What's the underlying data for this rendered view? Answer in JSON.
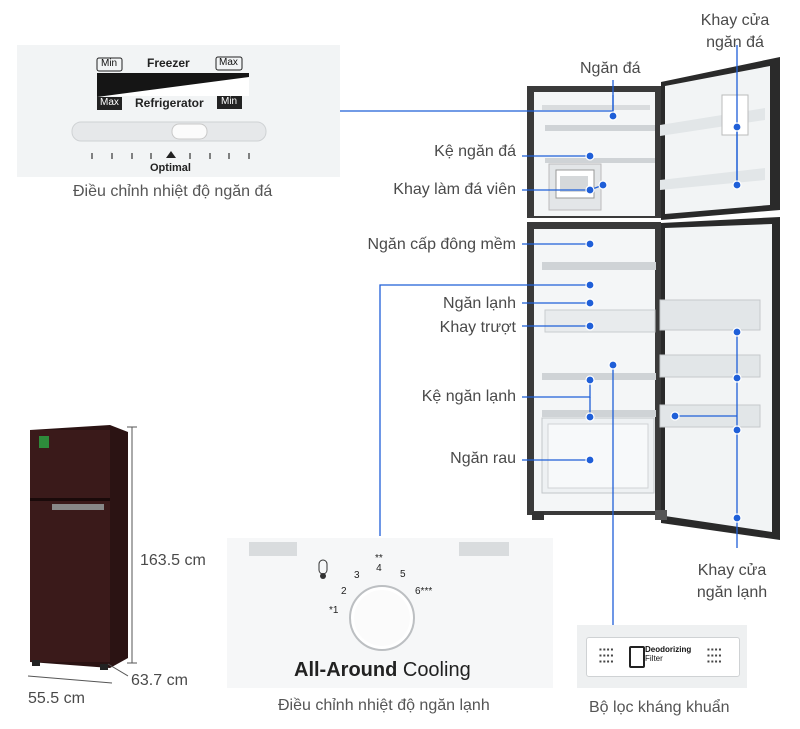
{
  "freezer_dial": {
    "min_top": "Min",
    "freezer": "Freezer",
    "max_top": "Max",
    "max_bottom": "Max",
    "refrigerator": "Refrigerator",
    "min_bottom": "Min",
    "optimal": "Optimal",
    "caption": "Điều chỉnh nhiệt độ ngăn đá"
  },
  "labels": {
    "door_freezer_tray": "Khay cửa\nngăn đá",
    "freezer_compartment": "Ngăn đá",
    "freezer_shelf": "Kệ ngăn đá",
    "ice_tray": "Khay làm đá viên",
    "soft_freeze": "Ngăn cấp đông mềm",
    "fridge_compartment": "Ngăn lạnh",
    "sliding_tray": "Khay trượt",
    "fridge_shelf": "Kệ ngăn lạnh",
    "vegetable_drawer": "Ngăn rau",
    "door_fridge_tray": "Khay cửa\nngăn lạnh"
  },
  "dimensions": {
    "height": "163.5 cm",
    "depth": "63.7 cm",
    "width": "55.5 cm"
  },
  "cooling_dial": {
    "brand_bold": "All-Around",
    "brand_rest": " Cooling",
    "ticks": [
      "*1",
      "2",
      "3",
      "**\n4",
      "5",
      "6***"
    ],
    "caption": "Điều chỉnh nhiệt độ ngăn lạnh"
  },
  "filter": {
    "line1": "Deodorizing",
    "line2": "Filter",
    "caption": "Bộ lọc kháng khuẩn"
  },
  "colors": {
    "pointer_line": "#1f5fd8",
    "fridge_body": "#2a1212",
    "frame": "#8a8a8a"
  }
}
